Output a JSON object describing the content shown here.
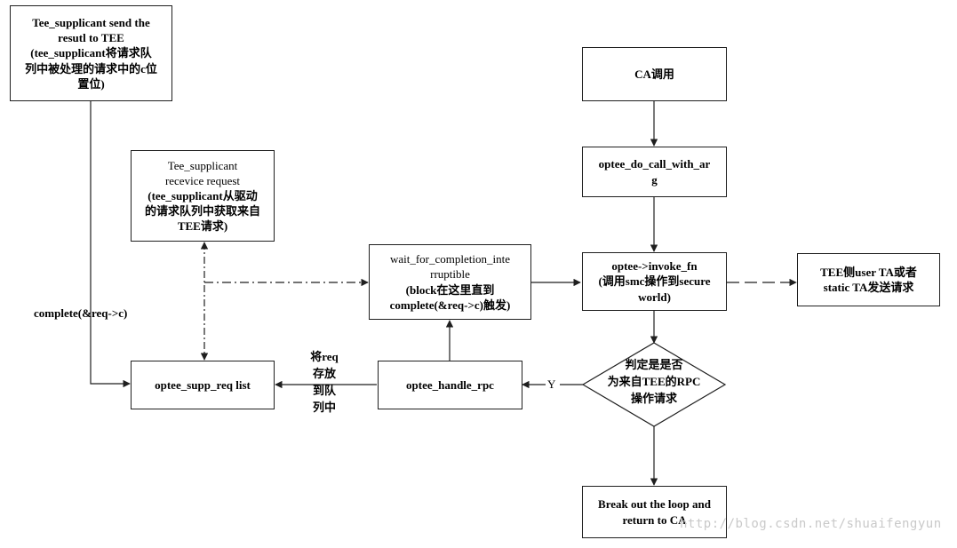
{
  "nodes": {
    "tee_send": [
      "Tee_supplicant send the",
      "resutl to TEE",
      "(tee_supplicant将请求队",
      "列中被处理的请求中的c位",
      "置位)"
    ],
    "tee_recv": [
      "Tee_supplicant",
      "recevice request",
      "(tee_supplicant从驱动",
      "的请求队列中获取来自",
      "TEE请求)"
    ],
    "supp_req_list": [
      "optee_supp_req list"
    ],
    "wait_completion": [
      "wait_for_completion_inte",
      "rruptible",
      "(block在这里直到",
      "complete(&req->c)触发)"
    ],
    "handle_rpc": [
      "optee_handle_rpc"
    ],
    "ca_call": [
      "CA调用"
    ],
    "do_call": [
      "optee_do_call_with_ar",
      "g"
    ],
    "invoke_fn": [
      "optee->invoke_fn",
      "(调用smc操作到secure",
      "world)"
    ],
    "tee_side": [
      "TEE侧user TA或者",
      "static TA发送请求"
    ],
    "decision": [
      "判定是是否",
      "为来自TEE的RPC",
      "操作请求"
    ],
    "break_out": [
      "Break out the loop and",
      "return to CA"
    ]
  },
  "edge_labels": {
    "complete": "complete(&req->c)",
    "enqueue": [
      "将req",
      "存放",
      "到队",
      "列中"
    ],
    "yes": "Y"
  },
  "watermark": "http://blog.csdn.net/shuaifengyun",
  "colors": {
    "stroke": "#1f1f1f",
    "watermark": "#c9c9c9"
  }
}
